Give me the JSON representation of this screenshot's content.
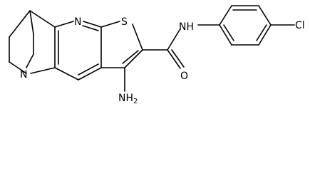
{
  "molecule": {
    "atoms": {
      "nitrogen_bridgehead": "N",
      "nitrogen_pyridine": "N",
      "sulfur": "S",
      "amide_nh": "NH",
      "amide_o": "O",
      "chlorine": "Cl",
      "amino": "NH",
      "amino_sub": "2"
    }
  }
}
